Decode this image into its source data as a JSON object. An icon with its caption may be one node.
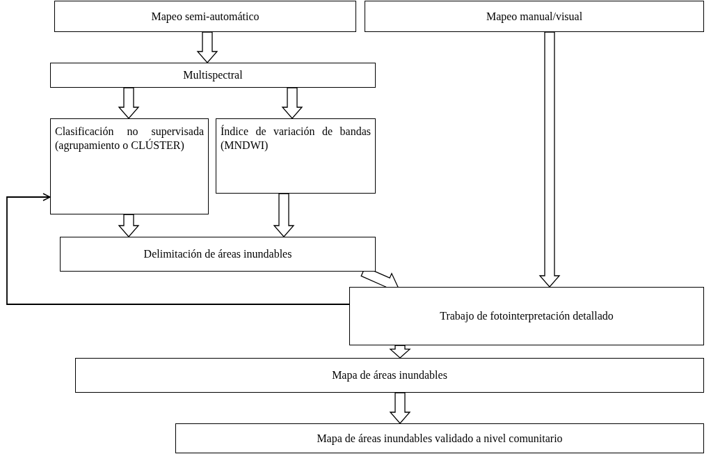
{
  "diagram": {
    "nodes": [
      {
        "text": [
          "Mapeo semi-automático"
        ]
      },
      {
        "text": [
          "Mapeo manual/visual"
        ]
      },
      {
        "text": [
          "Multispectral"
        ]
      },
      {
        "text": [
          "Clasificación no supervisada (agrupamiento o CLÚSTER)"
        ]
      },
      {
        "text": [
          "Índice de variación de bandas (MNDWI)"
        ]
      },
      {
        "text": [
          "Delimitación de áreas inundables"
        ]
      },
      {
        "text": [
          "Trabajo de fotointerpretación detallado"
        ]
      },
      {
        "text": [
          "Mapa de áreas inundables"
        ]
      },
      {
        "text": [
          "Mapa de áreas inundables validado a nivel comunitario"
        ]
      }
    ],
    "edges": [
      {
        "from": 0,
        "to": 2,
        "arrow": "to",
        "style": "thick"
      },
      {
        "from": 2,
        "to": 3,
        "arrow": "to",
        "style": "thick"
      },
      {
        "from": 2,
        "to": 4,
        "arrow": "to",
        "style": "thick"
      },
      {
        "from": 3,
        "to": 5,
        "arrow": "to",
        "style": "thick"
      },
      {
        "from": 4,
        "to": 5,
        "arrow": "to",
        "style": "thick"
      },
      {
        "from": 5,
        "to": 6,
        "arrow": "to",
        "style": "thick"
      },
      {
        "from": 1,
        "to": 6,
        "arrow": "to",
        "style": "thick"
      },
      {
        "from": 6,
        "to": 7,
        "arrow": "to",
        "style": "thick"
      },
      {
        "from": 7,
        "to": 8,
        "arrow": "to",
        "style": "thick"
      },
      {
        "from": 6,
        "to": 3,
        "arrow": "to"
      }
    ]
  }
}
